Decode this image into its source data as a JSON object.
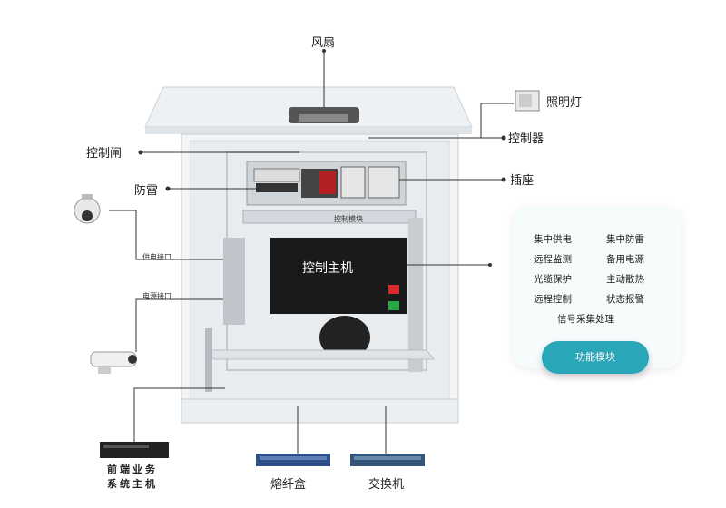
{
  "labels": {
    "fan": "风扇",
    "light": "照明灯",
    "controller": "控制器",
    "ctrl_switch": "控制闸",
    "lightning": "防雷",
    "socket": "插座",
    "host": "控制主机",
    "fiber_box": "熔纤盒",
    "switch": "交换机",
    "front_host": "前端业务\n系统主机"
  },
  "small_labels": [
    "控制模块",
    "供电接口",
    "电源接口"
  ],
  "feature_panel": {
    "items": [
      "集中供电",
      "集中防雷",
      "远程监测",
      "备用电源",
      "光缆保护",
      "主动散热",
      "远程控制",
      "状态报警",
      "信号采集处理"
    ],
    "button": "功能模块"
  },
  "colors": {
    "accent": "#29a6b8",
    "device_dark": "#1a1a1a",
    "fiber_box": "#2f4f86",
    "switch": "#335577"
  }
}
